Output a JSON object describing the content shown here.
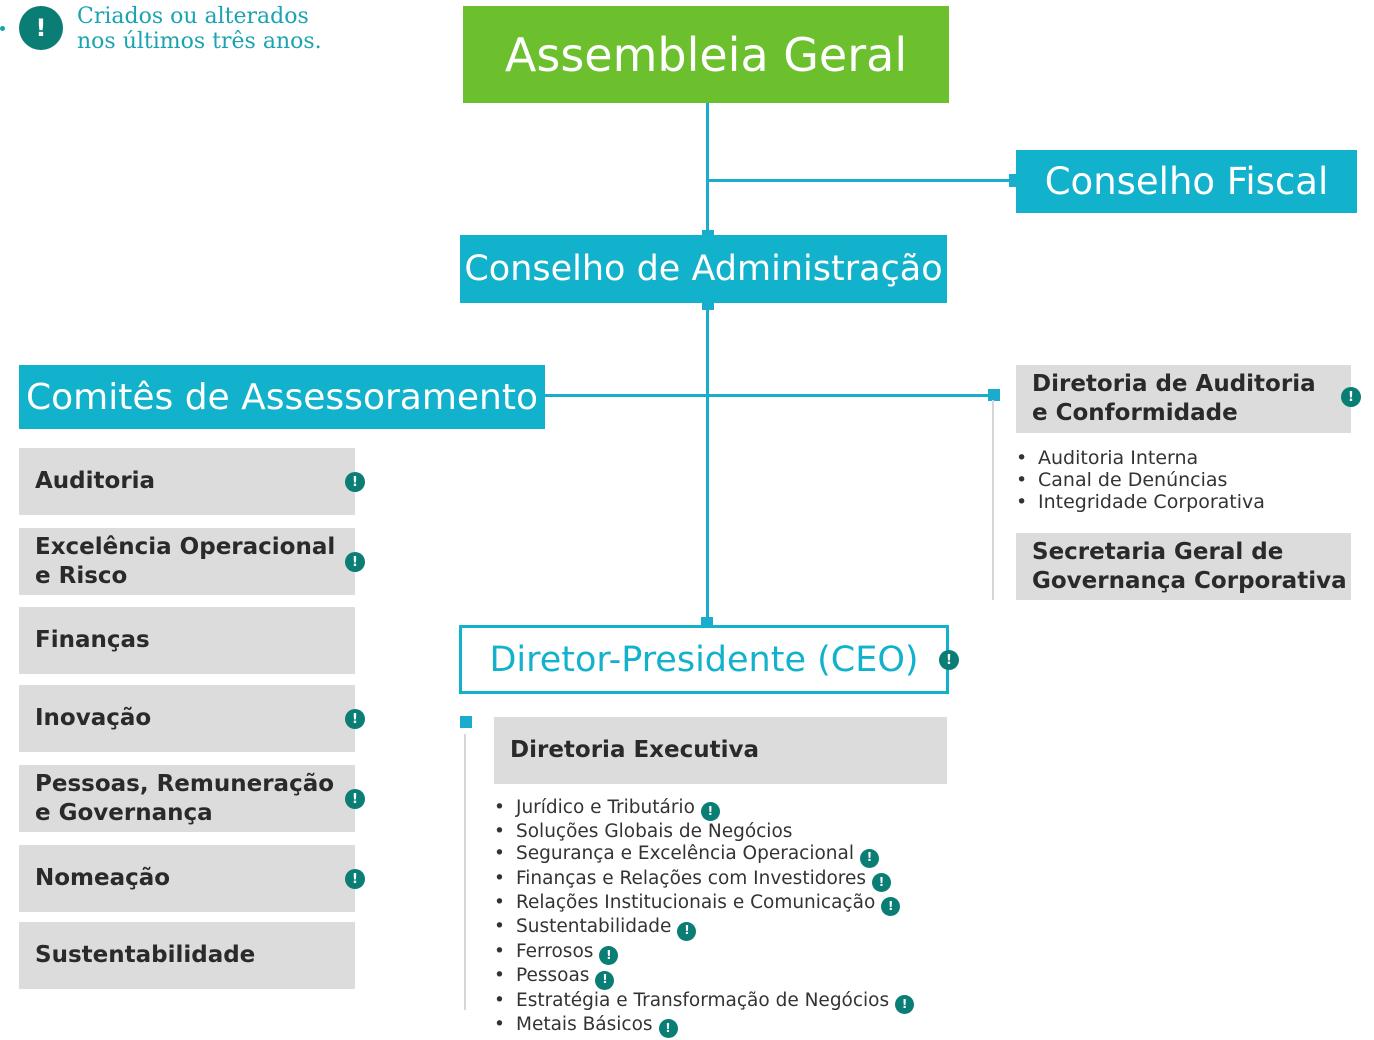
{
  "legend": {
    "icon": "exclamation-icon",
    "line1": "Criados ou alterados",
    "line2": "nos últimos três anos."
  },
  "badge_symbol": "!",
  "colors": {
    "green": "#6cbf2d",
    "cyan": "#12b2cc",
    "badge": "#0a7d74",
    "grey": "#dcdcdc"
  },
  "assembleia": "Assembleia Geral",
  "conselho_fiscal": "Conselho Fiscal",
  "conselho_admin": "Conselho de Administração",
  "comites": {
    "title": "Comitês de Assessoramento",
    "items": [
      {
        "label": "Auditoria",
        "flag": true
      },
      {
        "line1": "Excelência Operacional",
        "line2": "e Risco",
        "flag": true
      },
      {
        "label": "Finanças",
        "flag": false
      },
      {
        "label": "Inovação",
        "flag": true
      },
      {
        "line1": "Pessoas, Remuneração",
        "line2": "e Governança",
        "flag": true
      },
      {
        "label": "Nomeação",
        "flag": true
      },
      {
        "label": "Sustentabilidade",
        "flag": false
      }
    ]
  },
  "auditoria_dir": {
    "line1": "Diretoria de Auditoria",
    "line2": "e Conformidade",
    "flag": true,
    "items": [
      "Auditoria Interna",
      "Canal de Denúncias",
      "Integridade Corporativa"
    ]
  },
  "secretaria": {
    "line1": "Secretaria Geral de",
    "line2": "Governança Corporativa"
  },
  "ceo": {
    "label": "Diretor-Presidente (CEO)",
    "flag": true
  },
  "diretoria_executiva": {
    "title": "Diretoria Executiva",
    "items": [
      {
        "label": "Jurídico e Tributário",
        "flag": true
      },
      {
        "label": "Soluções Globais de Negócios",
        "flag": false
      },
      {
        "label": "Segurança e Excelência Operacional",
        "flag": true
      },
      {
        "label": "Finanças e Relações com Investidores",
        "flag": true
      },
      {
        "label": "Relações Institucionais e Comunicação",
        "flag": true
      },
      {
        "label": "Sustentabilidade",
        "flag": true
      },
      {
        "label": "Ferrosos",
        "flag": true
      },
      {
        "label": "Pessoas",
        "flag": true
      },
      {
        "label": "Estratégia e Transformação de Negócios",
        "flag": true
      },
      {
        "label": "Metais Básicos",
        "flag": true
      }
    ]
  }
}
